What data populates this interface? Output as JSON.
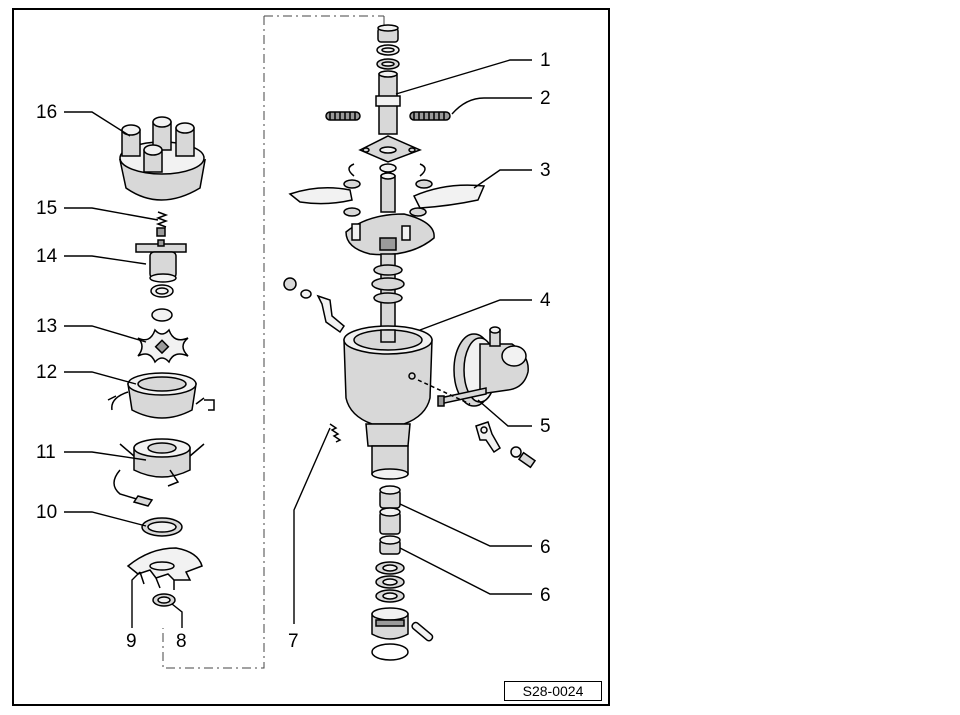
{
  "figure": {
    "reference_code": "S28-0024",
    "callouts": [
      {
        "id": "c1",
        "label": "1"
      },
      {
        "id": "c2",
        "label": "2"
      },
      {
        "id": "c3",
        "label": "3"
      },
      {
        "id": "c4",
        "label": "4"
      },
      {
        "id": "c5",
        "label": "5"
      },
      {
        "id": "c6a",
        "label": "6"
      },
      {
        "id": "c6b",
        "label": "6"
      },
      {
        "id": "c7",
        "label": "7"
      },
      {
        "id": "c8",
        "label": "8"
      },
      {
        "id": "c9",
        "label": "9"
      },
      {
        "id": "c10",
        "label": "10"
      },
      {
        "id": "c11",
        "label": "11"
      },
      {
        "id": "c12",
        "label": "12"
      },
      {
        "id": "c13",
        "label": "13"
      },
      {
        "id": "c14",
        "label": "14"
      },
      {
        "id": "c15",
        "label": "15"
      },
      {
        "id": "c16",
        "label": "16"
      }
    ]
  }
}
